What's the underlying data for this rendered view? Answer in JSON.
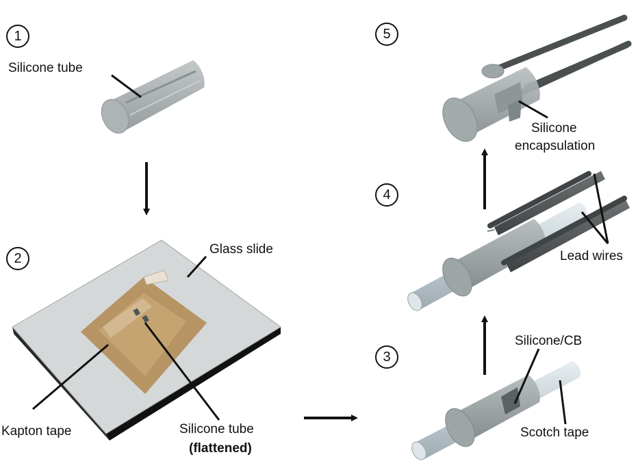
{
  "steps": [
    "1",
    "2",
    "3",
    "4",
    "5"
  ],
  "labels": {
    "silicone_tube_1": "Silicone tube",
    "glass_slide": "Glass slide",
    "kapton_tape": "Kapton tape",
    "silicone_tube_2": "Silicone tube",
    "flattened": "(flattened)",
    "silicone_cb": "Silicone/CB",
    "scotch_tape": "Scotch tape",
    "lead_wires": "Lead wires",
    "silicone_line1": "Silicone",
    "silicone_line2": "encapsulation"
  },
  "colors": {
    "silicone": "#9aa1a2",
    "glass": "#d7d9da",
    "kapton": "#b8935f",
    "rod": "#c6d2d8",
    "wire": "#4e5354"
  }
}
